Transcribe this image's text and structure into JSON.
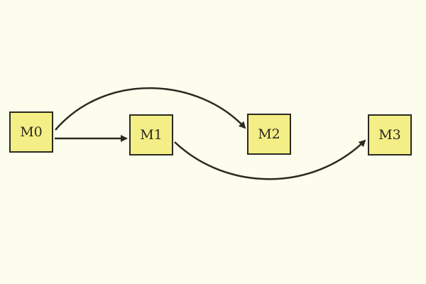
{
  "nodes": [
    {
      "id": "n0",
      "label": "M0"
    },
    {
      "id": "n1",
      "label": "M1"
    },
    {
      "id": "n2",
      "label": "M2"
    },
    {
      "id": "n3",
      "label": "M3"
    }
  ],
  "edges": [
    {
      "from": "M0",
      "to": "M1"
    },
    {
      "from": "M0",
      "to": "M2"
    },
    {
      "from": "M1",
      "to": "M3"
    }
  ],
  "colors": {
    "background": "#fdfdee",
    "node_fill": "#f4ee86",
    "stroke": "#2a2a20"
  }
}
